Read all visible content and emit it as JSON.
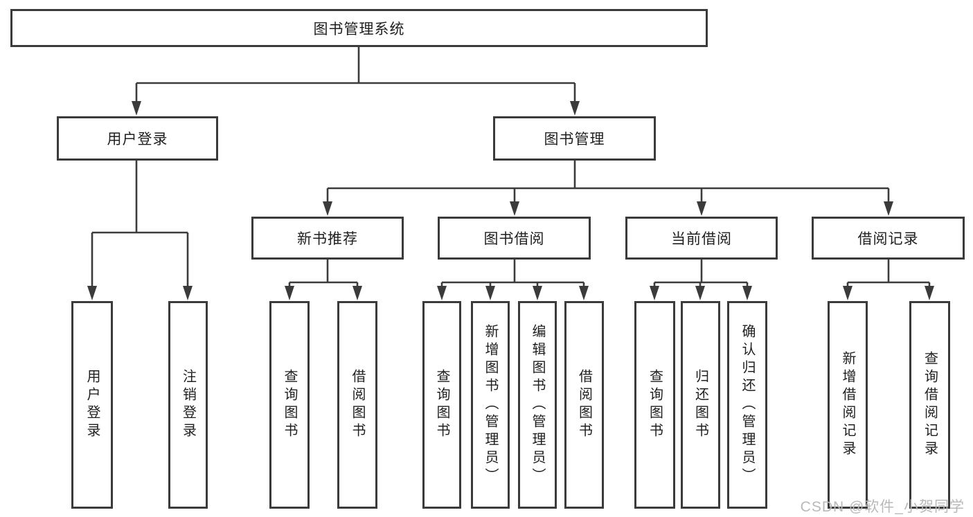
{
  "diagram": {
    "title": "图书管理系统",
    "root": {
      "label": "图书管理系统"
    },
    "level2": [
      {
        "label": "用户登录"
      },
      {
        "label": "图书管理"
      }
    ],
    "level3": [
      {
        "label": "新书推荐"
      },
      {
        "label": "图书借阅"
      },
      {
        "label": "当前借阅"
      },
      {
        "label": "借阅记录"
      }
    ],
    "leaves_user_login": [
      "用户登录",
      "注销登录"
    ],
    "leaves_new_book": [
      "查询图书",
      "借阅图书"
    ],
    "leaves_book_borrow": [
      "查询图书",
      "新增图书（管理员）",
      "编辑图书（管理员）",
      "借阅图书"
    ],
    "leaves_current_borrow": [
      "查询图书",
      "归还图书",
      "确认归还（管理员）"
    ],
    "leaves_borrow_record": [
      "新增借阅记录",
      "查询借阅记录"
    ]
  },
  "watermark": {
    "text": "CSDN @软件_小贺同学"
  },
  "colors": {
    "line": "#3b3b3b",
    "text": "#1f1f1f",
    "watermark": "#b9b9b9",
    "background": "#ffffff"
  }
}
